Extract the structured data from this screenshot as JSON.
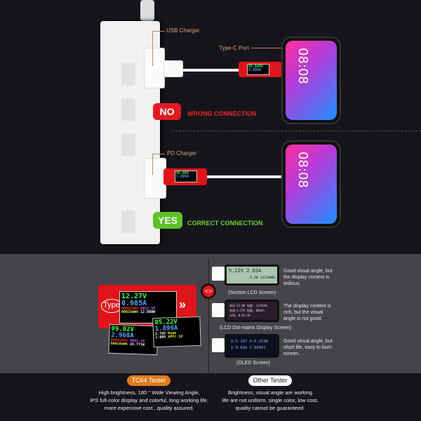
{
  "top": {
    "usb_charger_label": "USB Charger",
    "type_c_label": "Type-C Port",
    "no_badge": "NO",
    "no_caption": "WRONG CONNECTION",
    "tester_v": "05.049V",
    "tester_a": "0.000A",
    "phone_time": "08:08"
  },
  "middle": {
    "pd_charger_label": "PD Charger",
    "yes_badge": "YES",
    "yes_caption": "CORRECT CONNECTION",
    "tester_v": "05.09V",
    "tester_a": "1.899A",
    "phone_time": "08:08"
  },
  "tc64": {
    "main": {
      "v": "12.27V",
      "a": "0.985A",
      "mah": "00002mAh",
      "w": "0012.50",
      "mwh": "00025mWh",
      "wh": "12.088W"
    },
    "left": {
      "v": "09.02V",
      "a": "2.968A",
      "mah": "00002mAh",
      "w": "0003.10",
      "mwh": "00010mWh",
      "wh": "26.771W"
    },
    "right": {
      "v": "05.22V",
      "a": "1.899A",
      "d1": "2.78V",
      "d2": "2.80V",
      "mode": "Mode",
      "app": "APP2.10"
    },
    "logo": "Type"
  },
  "others": [
    {
      "caption": "(Section LCD Screen)",
      "line1": "5.22V 2.03A",
      "line2": "3.5W 1223mWh",
      "desc": "Good visual angle, but the display content is tedious."
    },
    {
      "caption": "(LCD Dot-matrix Display Screen)",
      "line1": "电压:12.09 电量: 1125mAh",
      "line2": "电流:1.57A 容量: 88mAh",
      "line3": "计时: 0:01:26",
      "desc": "The display content is rich, but the visual angle is not good."
    },
    {
      "caption": "(OLED Screen)",
      "line1": "U:5.107 P:0.153W",
      "line2": "I:0.03A C:00001",
      "desc": "Good visual angle, but short life, easy to burn screen."
    }
  ],
  "bottom": {
    "tc64_label": "TC64 Tester",
    "tc64_desc": [
      "High brightness, 180 ° Wide Viewing Angle,",
      "IPS full-color display and colorful, long working life,",
      "more expensive cost , quality assured."
    ],
    "other_label": "Other Tester",
    "other_desc": [
      "Brightness, visual angle are working",
      "life are not uniform, single color, low cost,",
      "quality cannot be guaranteed."
    ]
  }
}
